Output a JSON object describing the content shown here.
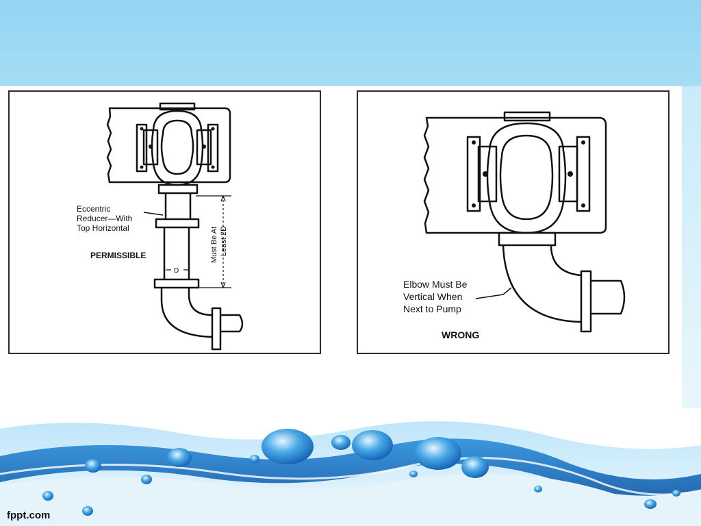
{
  "slide": {
    "footer_brand": "fppt.com"
  },
  "left_figure": {
    "callout": [
      "Eccentric",
      "Reducer—With",
      "Top Horizontal"
    ],
    "dimension": [
      "Must Be At",
      "Least 2D"
    ],
    "diameter_label": "D",
    "caption": "PERMISSIBLE"
  },
  "right_figure": {
    "callout": [
      "Elbow Must Be",
      "Vertical When",
      "Next to Pump"
    ],
    "caption": "WRONG"
  },
  "colors": {
    "header": "#9ad7f3",
    "water_dark": "#1a6fc0",
    "water_light": "#7cc6ee",
    "line": "#111111"
  }
}
